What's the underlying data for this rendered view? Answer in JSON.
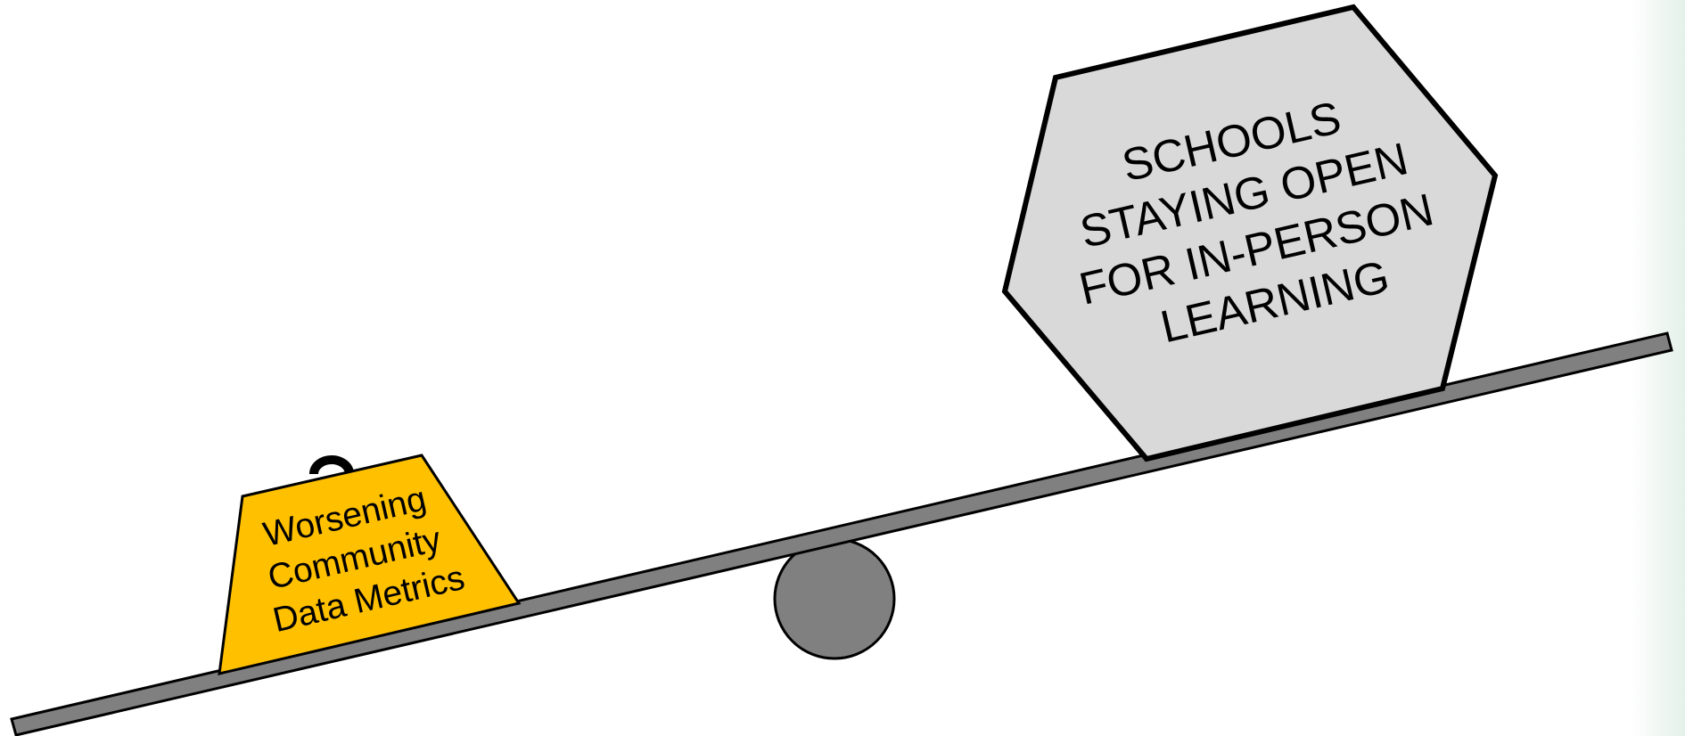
{
  "weight": {
    "lines": [
      "Worsening",
      "Community",
      "Data Metrics"
    ]
  },
  "block": {
    "lines": [
      "SCHOOLS",
      "STAYING OPEN",
      "FOR IN-PERSON",
      "LEARNING"
    ]
  },
  "colors": {
    "beam": "#808080",
    "fulcrum": "#808080",
    "weight_fill": "#FFC000",
    "block_fill": "#D9D9D9",
    "outline": "#000000"
  }
}
